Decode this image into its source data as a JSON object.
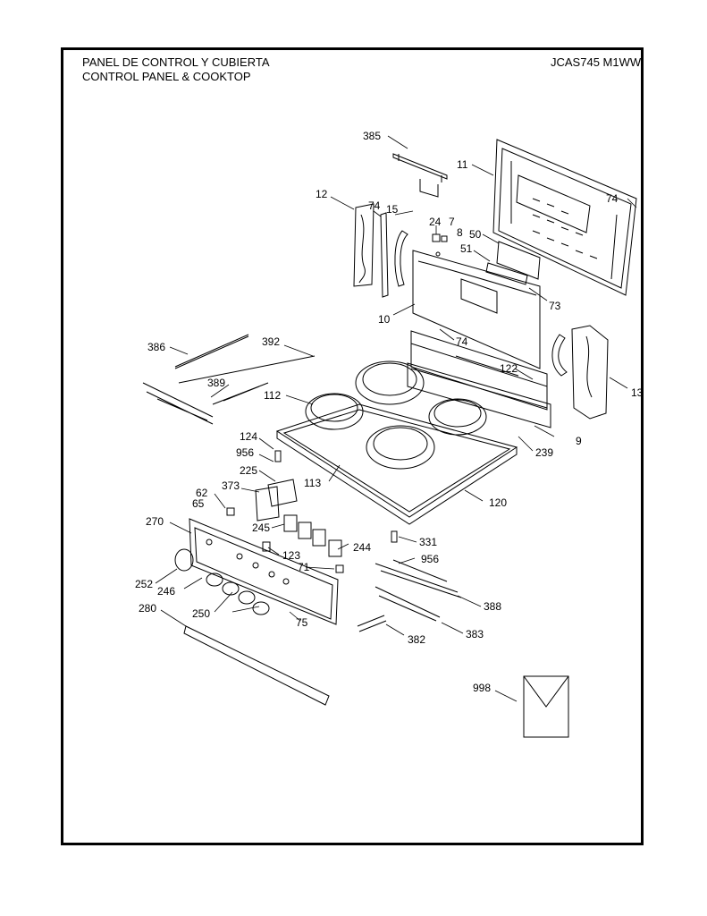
{
  "header": {
    "title_es": "PANEL DE CONTROL Y CUBIERTA",
    "title_en": "CONTROL PANEL & COOKTOP",
    "model": "JCAS745 M1WW"
  },
  "parts": [
    {
      "id": "p385",
      "label": "385"
    },
    {
      "id": "p11",
      "label": "11"
    },
    {
      "id": "p12",
      "label": "12"
    },
    {
      "id": "p74a",
      "label": "74"
    },
    {
      "id": "p15",
      "label": "15"
    },
    {
      "id": "p74b",
      "label": "74"
    },
    {
      "id": "p24",
      "label": "24"
    },
    {
      "id": "p7",
      "label": "7"
    },
    {
      "id": "p8",
      "label": "8"
    },
    {
      "id": "p50",
      "label": "50"
    },
    {
      "id": "p51",
      "label": "51"
    },
    {
      "id": "p73",
      "label": "73"
    },
    {
      "id": "p10",
      "label": "10"
    },
    {
      "id": "p386",
      "label": "386"
    },
    {
      "id": "p392",
      "label": "392"
    },
    {
      "id": "p74c",
      "label": "74"
    },
    {
      "id": "p122",
      "label": "122"
    },
    {
      "id": "p389",
      "label": "389"
    },
    {
      "id": "p13",
      "label": "13"
    },
    {
      "id": "p112",
      "label": "112"
    },
    {
      "id": "p9",
      "label": "9"
    },
    {
      "id": "p124",
      "label": "124"
    },
    {
      "id": "p239",
      "label": "239"
    },
    {
      "id": "p956a",
      "label": "956"
    },
    {
      "id": "p225",
      "label": "225"
    },
    {
      "id": "p113",
      "label": "113"
    },
    {
      "id": "p373",
      "label": "373"
    },
    {
      "id": "p62",
      "label": "62"
    },
    {
      "id": "p65",
      "label": "65"
    },
    {
      "id": "p120",
      "label": "120"
    },
    {
      "id": "p270",
      "label": "270"
    },
    {
      "id": "p245",
      "label": "245"
    },
    {
      "id": "p331",
      "label": "331"
    },
    {
      "id": "p244",
      "label": "244"
    },
    {
      "id": "p123",
      "label": "123"
    },
    {
      "id": "p956b",
      "label": "956"
    },
    {
      "id": "p71",
      "label": "71"
    },
    {
      "id": "p252",
      "label": "252"
    },
    {
      "id": "p246",
      "label": "246"
    },
    {
      "id": "p388",
      "label": "388"
    },
    {
      "id": "p280",
      "label": "280"
    },
    {
      "id": "p250",
      "label": "250"
    },
    {
      "id": "p75",
      "label": "75"
    },
    {
      "id": "p383",
      "label": "383"
    },
    {
      "id": "p382",
      "label": "382"
    },
    {
      "id": "p998",
      "label": "998"
    }
  ]
}
